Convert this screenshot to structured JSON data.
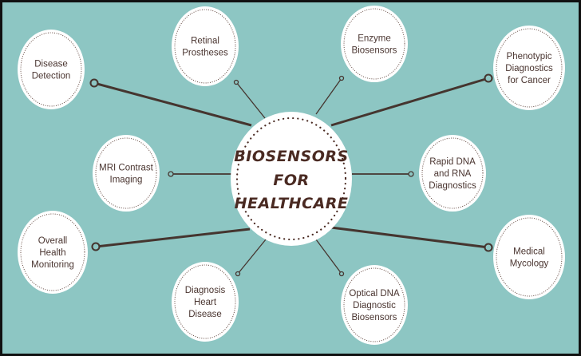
{
  "colors": {
    "background": "#8dc6c3",
    "border": "#111111",
    "line": "#45352f",
    "node_fill": "#ffffff",
    "text": "#4a3530"
  },
  "center": {
    "lines": [
      "BIOSENSORS",
      "FOR",
      "HEALTHCARE"
    ]
  },
  "nodes": [
    {
      "id": "disease-detection",
      "lines": [
        "Disease",
        "Detection"
      ]
    },
    {
      "id": "retinal-prostheses",
      "lines": [
        "Retinal",
        "Prostheses"
      ]
    },
    {
      "id": "enzyme-biosensors",
      "lines": [
        "Enzyme",
        "Biosensors"
      ]
    },
    {
      "id": "phenotypic-diagnostics",
      "lines": [
        "Phenotypic",
        "Diagnostics",
        "for Cancer"
      ]
    },
    {
      "id": "mri-contrast-imaging",
      "lines": [
        "MRI Contrast",
        "Imaging"
      ]
    },
    {
      "id": "rapid-dna-rna",
      "lines": [
        "Rapid DNA",
        "and RNA",
        "Diagnostics"
      ]
    },
    {
      "id": "overall-health-monitoring",
      "lines": [
        "Overall",
        "Health",
        "Monitoring"
      ]
    },
    {
      "id": "diagnosis-heart-disease",
      "lines": [
        "Diagnosis",
        "Heart",
        "Disease"
      ]
    },
    {
      "id": "optical-dna-biosensors",
      "lines": [
        "Optical DNA",
        "Diagnostic",
        "Biosensors"
      ]
    },
    {
      "id": "medical-mycology",
      "lines": [
        "Medical",
        "Mycology"
      ]
    }
  ]
}
